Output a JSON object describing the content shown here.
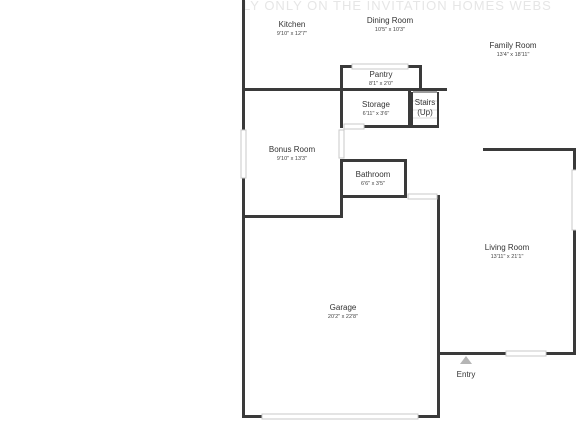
{
  "watermark": "LY ONLY ON THE INVITATION HOMES WEBS",
  "rooms": {
    "kitchen": {
      "name": "Kitchen",
      "dims": "9'10\" x 12'7\""
    },
    "dining_room": {
      "name": "Dining Room",
      "dims": "10'5\" x 10'3\""
    },
    "family_room": {
      "name": "Family Room",
      "dims": "13'4\" x 18'11\""
    },
    "pantry": {
      "name": "Pantry",
      "dims": "8'1\" x 2'0\""
    },
    "storage": {
      "name": "Storage",
      "dims": "6'11\" x 3'6\""
    },
    "stairs": {
      "name_line1": "Stairs",
      "name_line2": "(Up)"
    },
    "bonus_room": {
      "name": "Bonus Room",
      "dims": "9'10\" x 13'3\""
    },
    "bathroom": {
      "name": "Bathroom",
      "dims": "6'6\" x 3'5\""
    },
    "living_room": {
      "name": "Living Room",
      "dims": "13'11\" x 21'1\""
    },
    "garage": {
      "name": "Garage",
      "dims": "20'2\" x 22'8\""
    }
  },
  "entry": {
    "label": "Entry"
  },
  "colors": {
    "wall": "#3a3a3a",
    "background": "#ffffff",
    "window": "#c8c8c8",
    "marker": "#b5b5b5"
  }
}
